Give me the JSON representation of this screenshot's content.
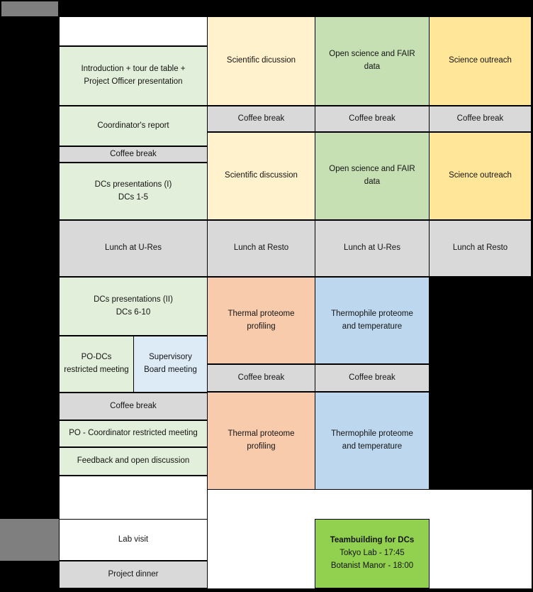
{
  "palette": {
    "background": "#000000",
    "redaction_box": "#7F7F7F",
    "day1_session": "#E2EFDA",
    "day2_session": "#FFF2CC",
    "day3_session": "#C6E0B4",
    "day4_session": "#FFE699",
    "break_cell": "#D9D9D9",
    "thermal_session": "#F8CBAD",
    "thermophile_session": "#BDD7EE",
    "supervisory_cell": "#DDEBF7",
    "teambuilding_cell": "#92D050"
  },
  "days": {
    "day1": {
      "empty_top": "",
      "intro": "Introduction + tour de table +\nProject Officer presentation",
      "coordinators_report": "Coordinator's report",
      "coffee_am": "Coffee break",
      "dcs_presentations_1": "DCs presentations (I)\nDCs 1-5",
      "lunch": "Lunch at U-Res",
      "dcs_presentations_2": "DCs presentations (II)\nDCs 6-10",
      "po_dcs_restricted": "PO-DCs restricted meeting",
      "supervisory_board": "Supervisory Board  meeting",
      "coffee_pm": "Coffee break",
      "po_coordinator_restricted": "PO - Coordinator restricted meeting",
      "feedback": "Feedback and open discussion",
      "empty_gap": "",
      "lab_visit": "Lab visit",
      "project_dinner": "Project dinner"
    },
    "day2": {
      "session_am1": "Scientific dicussion",
      "coffee_am": "Coffee break",
      "session_am2": "Scientific discussion",
      "lunch": "Lunch at Resto",
      "session_pm1": "Thermal proteome\nprofiling",
      "coffee_pm": "Coffee break",
      "session_pm2": "Thermal proteome\nprofiling"
    },
    "day3": {
      "session_am1": "Open science and FAIR\ndata",
      "coffee_am": "Coffee break",
      "session_am2": "Open science and FAIR\ndata",
      "lunch": "Lunch at U-Res",
      "session_pm1": "Thermophile proteome\nand temperature",
      "coffee_pm": "Coffee break",
      "session_pm2": "Thermophile proteome\nand temperature",
      "teambuilding": {
        "title": "Teambuilding for DCs",
        "line1": "Tokyo Lab - 17:45",
        "line2": "Botanist Manor - 18:00"
      }
    },
    "day4": {
      "session_am1": "Science outreach",
      "coffee_am": "Coffee break",
      "session_am2": "Science outreach",
      "lunch": "Lunch at Resto"
    }
  }
}
